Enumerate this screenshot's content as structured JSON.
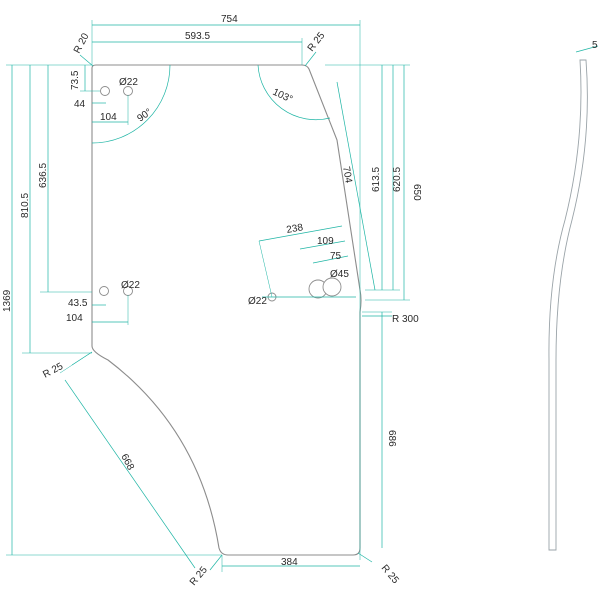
{
  "colors": {
    "outline": "#8c8c8c",
    "dimension": "#1fb5a5",
    "text": "#2a2a2a"
  },
  "labels": {
    "overall_width": "754",
    "top_width": "593.5",
    "radius_top_left": "R 20",
    "radius_top_right": "R 25",
    "top_offset": "73.5",
    "hole_top": "Ø22",
    "hole_top_x": "44",
    "hole_spacing_top": "104",
    "angle_left": "90°",
    "angle_right": "103°",
    "vertical_636": "636.5",
    "vertical_810": "810.5",
    "overall_height": "1369",
    "diagonal_704": "704",
    "right_613": "613.5",
    "right_620": "620.5",
    "right_650": "650",
    "dim_238": "238",
    "dim_109": "109",
    "dim_75": "75",
    "hole_45": "Ø45",
    "hole_mid_22": "Ø22",
    "hole_bottom": "Ø22",
    "hole_bottom_x": "43.5",
    "hole_spacing_bottom": "104",
    "radius_300": "R 300",
    "radius_mid_left": "R 25",
    "arc_668": "668",
    "right_686": "686",
    "bottom_width": "384",
    "radius_bottom_left": "R 25",
    "radius_bottom_right": "R 25",
    "thickness": "5"
  }
}
